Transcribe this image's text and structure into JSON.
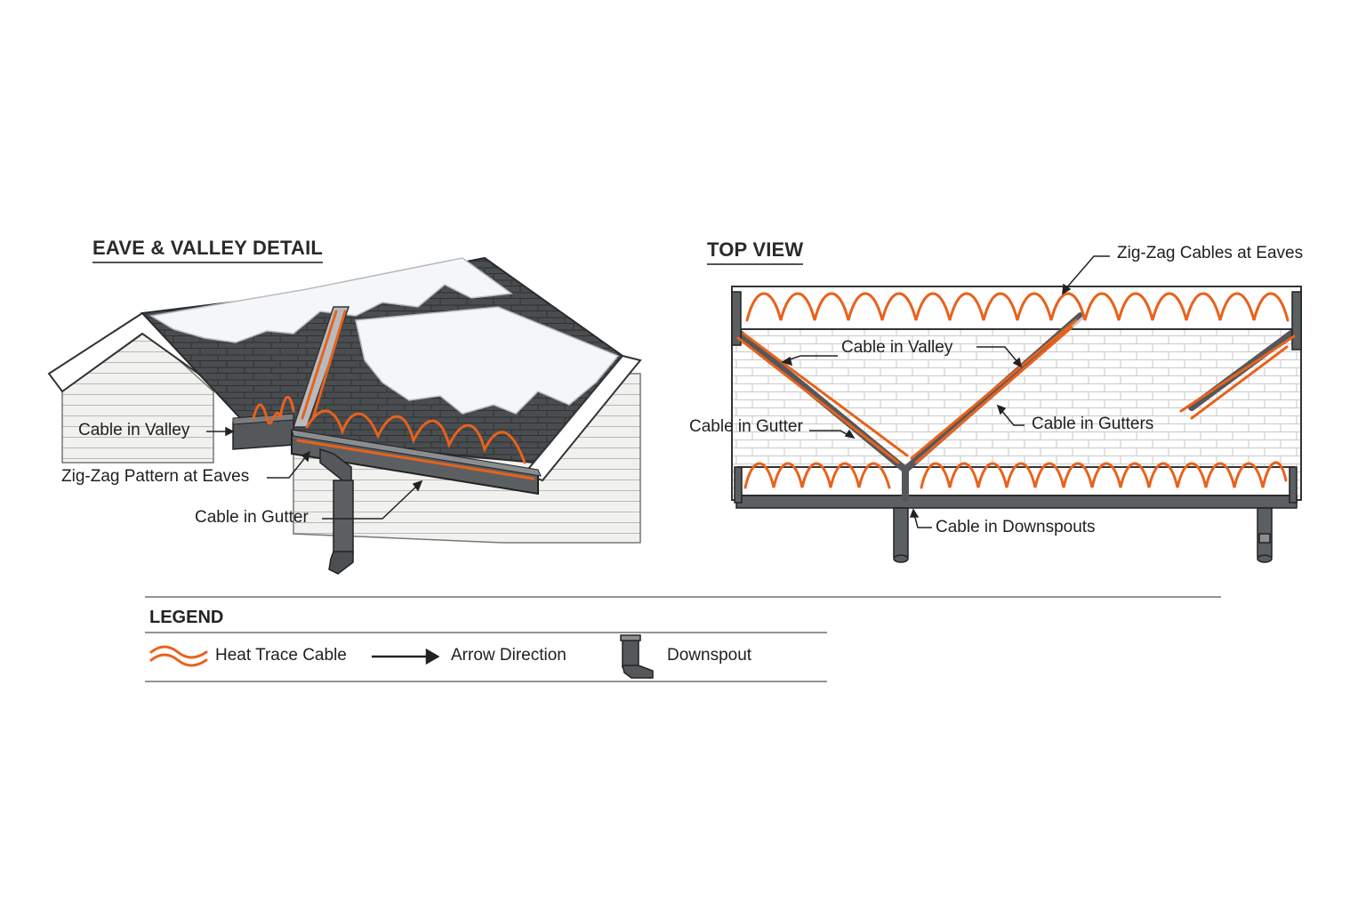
{
  "left_panel": {
    "title": "EAVE & VALLEY DETAIL",
    "labels": {
      "valley": "Cable in Valley",
      "zigzag": "Zig-Zag Pattern at Eaves",
      "gutter": "Cable in Gutter"
    }
  },
  "right_panel": {
    "title": "TOP VIEW",
    "labels": {
      "zigzag_eaves": "Zig-Zag Cables at Eaves",
      "valley": "Cable in Valley",
      "gutter": "Cable in Gutter",
      "gutters": "Cable in Gutters",
      "downspouts": "Cable in Downspouts"
    }
  },
  "legend": {
    "title": "LEGEND",
    "items": [
      {
        "label": "Heat Trace Cable",
        "icon": "heat-trace-wave-icon"
      },
      {
        "label": "Arrow Direction",
        "icon": "arrow-right-icon"
      },
      {
        "label": "Downspout",
        "icon": "downspout-icon"
      }
    ]
  },
  "colors": {
    "cable": "#e8621c",
    "roof": "#4a4d50",
    "metal": "#5c5f62",
    "snow": "#f4f6f8",
    "line": "#333333"
  }
}
